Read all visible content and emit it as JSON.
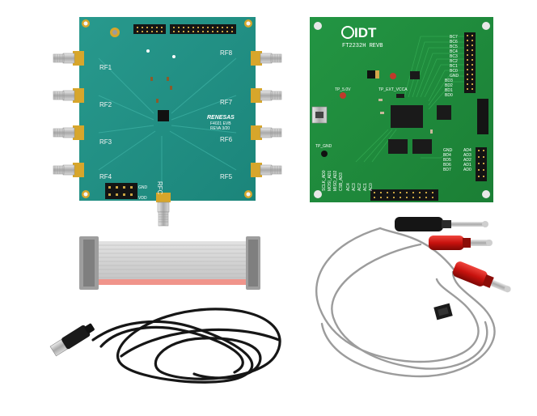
{
  "rf_board": {
    "ports": [
      "RF1",
      "RF2",
      "RF3",
      "RF4",
      "RF5",
      "RF6",
      "RF7",
      "RF8"
    ],
    "rfc_label": "RFC",
    "brand": "RENESAS",
    "model": "F4021 EVB",
    "rev": "REVA 3/20",
    "gnd_label": "GND",
    "vdd_label": "VDD"
  },
  "interface_board": {
    "logo": "IDT",
    "title": "FT2232H REVB",
    "tp_5v": "TP_5.0V",
    "tp_gnd": "TP_GND",
    "tp_ext": "TP_EXT_VCCA",
    "right_labels": [
      "BC7",
      "BC6",
      "BC5",
      "BC4",
      "BC3",
      "BC2",
      "BC1",
      "BC0",
      "GND",
      "BD3",
      "BD2",
      "BD1",
      "BD0"
    ],
    "bottom_right_labels": [
      "AD4",
      "AD3",
      "AD2",
      "AD1",
      "AD0",
      "GND",
      "BD4",
      "BD5",
      "BD6",
      "BD7"
    ],
    "bottom_labels": [
      "SCLK_AD0",
      "MOSI_AD1",
      "MISO_AD2",
      "CSB_AD3",
      "AC4",
      "AC3",
      "AC2",
      "AC1",
      "AC0"
    ]
  },
  "colors": {
    "rf_pcb": "#1f8f84",
    "if_pcb": "#1e8c3d",
    "gold": "#d7a62b",
    "ribbon": "#c8c8c8",
    "cable_black": "#161616",
    "plug_red": "#c8120e"
  }
}
